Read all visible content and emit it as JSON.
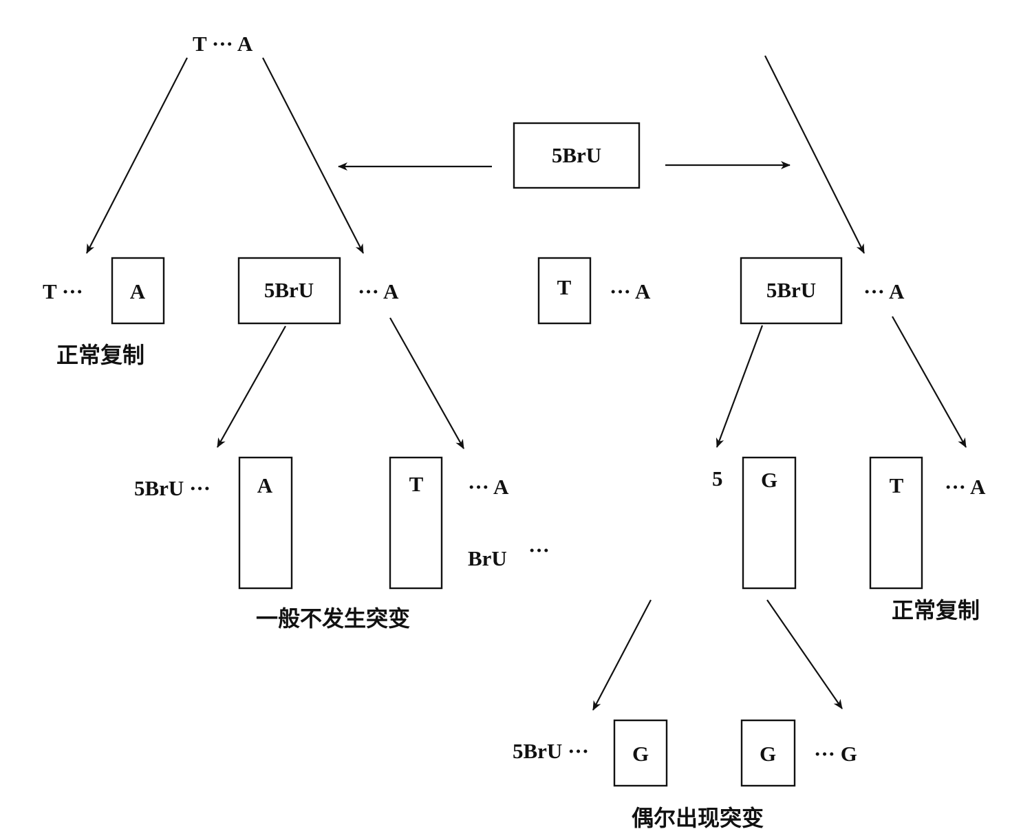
{
  "top_pair": "T ··· A",
  "center_box": "5BrU",
  "row2": {
    "left_dots": "T ···",
    "box_a": "A",
    "box_5bru": "5BrU",
    "dots_a_1": "··· A",
    "box_t": "T",
    "dots_a_2": "··· A",
    "box_5bru_2": "5BrU",
    "dots_a_3": "··· A"
  },
  "row3": {
    "left_5bru_dots": "5BrU ···",
    "box_a": "A",
    "box_t": "T",
    "dots_a_1": "··· A",
    "bru_dots_1": "BrU",
    "bru_dots_2": "···",
    "five": "5",
    "box_g": "G",
    "box_t_2": "T",
    "dots_a_2": "··· A"
  },
  "row4": {
    "left_5bru_dots": "5BrU ···",
    "box_g_1": "G",
    "box_g_2": "G",
    "dots_g": "··· G"
  },
  "captions": {
    "normal_replication_left": "正常复制",
    "no_mutation": "一般不发生突变",
    "normal_replication_right": "正常复制",
    "occasional_mutation": "偶尔出现突变"
  }
}
